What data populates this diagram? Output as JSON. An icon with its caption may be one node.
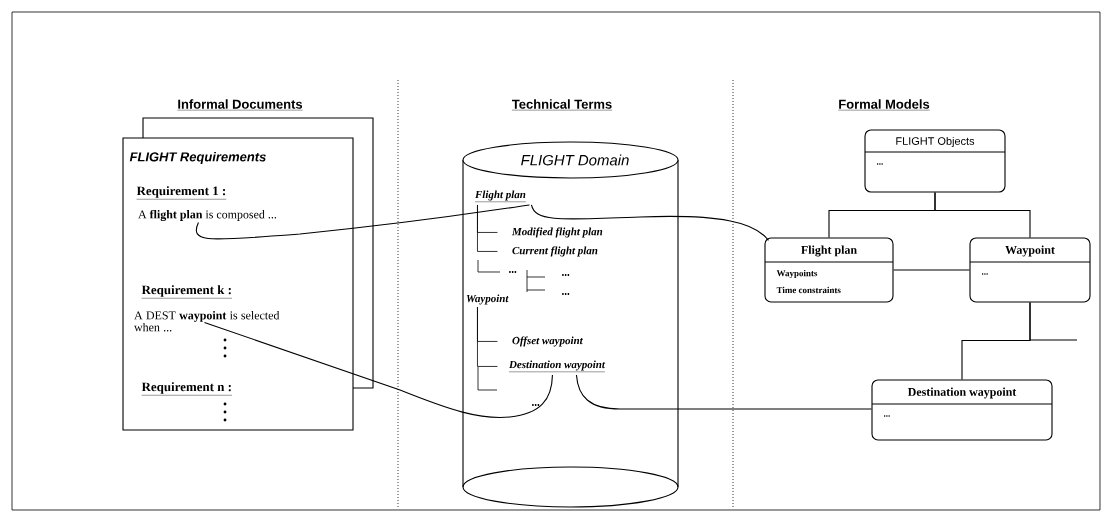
{
  "diagram": {
    "nodes": [
      {
        "text": [
          "FLIGHT Requirements"
        ]
      },
      {
        "text": [
          "A **flight plan** is composed ..."
        ],
        "in": 0
      },
      {
        "text": [
          "A DEST **waypoint** is selected when ..."
        ],
        "in": 0
      },
      {
        "text": [
          "FLIGHT Domain"
        ]
      },
      {
        "text": [
          "Flight plan"
        ],
        "in": 3
      },
      {
        "text": [
          "Modified flight plan"
        ],
        "in": 3
      },
      {
        "text": [
          "Current flight plan"
        ],
        "in": 3
      },
      {
        "text": [
          "Waypoint"
        ],
        "in": 3
      },
      {
        "text": [
          "Offset waypoint"
        ],
        "in": 3
      },
      {
        "text": [
          "Destination waypoint"
        ],
        "in": 3
      },
      {
        "text": [
          "FLIGHT Objects",
          "..."
        ]
      },
      {
        "text": [
          "Flight plan",
          "Waypoints",
          "Time constraints"
        ]
      },
      {
        "text": [
          "Waypoint",
          "..."
        ]
      },
      {
        "text": [
          "Destination waypoint",
          "..."
        ]
      }
    ],
    "edges": [
      {
        "from": 1,
        "to": 4,
        "arrow": "none"
      },
      {
        "from": 4,
        "to": 11,
        "arrow": "none"
      },
      {
        "from": 2,
        "to": 9,
        "arrow": "none"
      },
      {
        "from": 9,
        "to": 13,
        "arrow": "none"
      },
      {
        "from": 4,
        "to": 5,
        "arrow": "none"
      },
      {
        "from": 4,
        "to": 6,
        "arrow": "none"
      },
      {
        "from": 7,
        "to": 8,
        "arrow": "none"
      },
      {
        "from": 7,
        "to": 9,
        "arrow": "none"
      },
      {
        "from": 10,
        "to": 11,
        "arrow": "none"
      },
      {
        "from": 10,
        "to": 12,
        "arrow": "none"
      },
      {
        "from": 11,
        "to": 12,
        "arrow": "none"
      },
      {
        "from": 12,
        "to": 13,
        "arrow": "none"
      },
      {
        "from": 12,
        "to": null,
        "arrow": "none"
      }
    ],
    "labels": [
      "Informal Documents",
      "Technical Terms",
      "Formal Models",
      "Requirement 1 :",
      "Requirement k :",
      "Requirement n :",
      "...",
      "...",
      "...",
      "..."
    ]
  }
}
